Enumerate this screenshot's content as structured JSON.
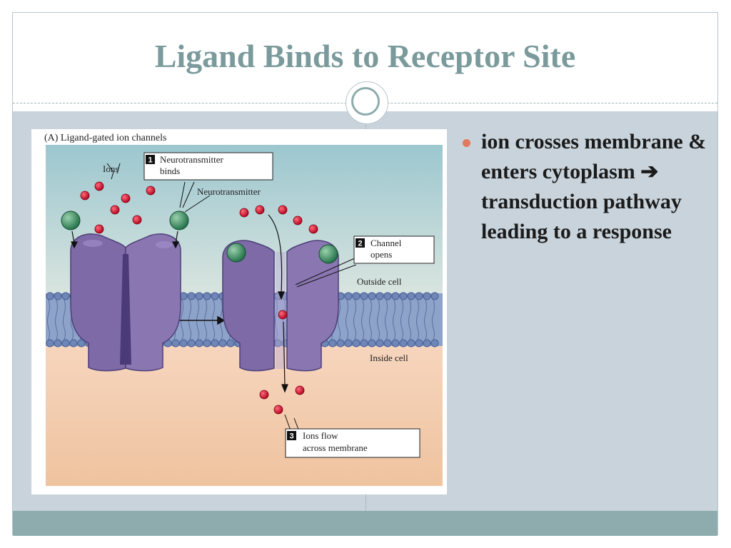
{
  "slide": {
    "title": "Ligand Binds to Receptor Site",
    "bullets": [
      "ion crosses membrane & enters cytoplasm ➔ transduction pathway leading to a response"
    ],
    "colors": {
      "title": "#7a9a9c",
      "body_band": "#c8d3db",
      "footer_band": "#8eacad",
      "bullet_marker": "#e07a5f"
    }
  },
  "figure": {
    "caption": "(A) Ligand-gated ion channels",
    "labels": {
      "ions": "Ions",
      "step1_number": "1",
      "step1_line1": "Neurotransmitter",
      "step1_line2": "binds",
      "neurotransmitter": "Neurotransmitter",
      "step2_number": "2",
      "step2_line1": "Channel",
      "step2_line2": "opens",
      "outside_cell": "Outside cell",
      "inside_cell": "Inside cell",
      "step3_number": "3",
      "step3_line1": "Ions flow",
      "step3_line2": "across membrane"
    },
    "colors": {
      "channel_protein": "#7d6aa6",
      "ion": "#c8102e",
      "neurotransmitter": "#2e8b57",
      "outside": "#a9cfd4",
      "inside": "#f2c9a8",
      "membrane": "#8ea3c9"
    }
  }
}
